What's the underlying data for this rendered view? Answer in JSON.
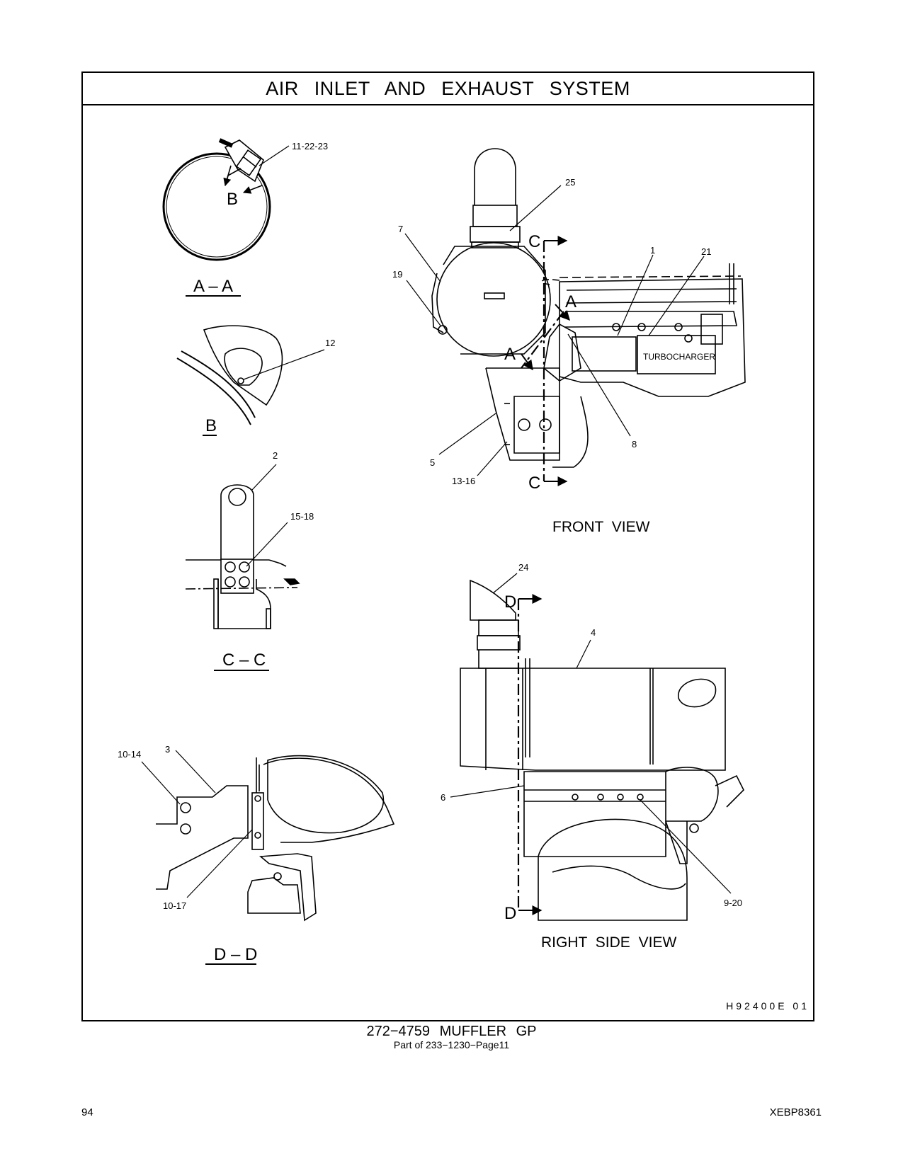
{
  "header": {
    "title": "AIR INLET AND EXHAUST SYSTEM"
  },
  "illustration_id": "H92400E 01",
  "caption": {
    "main": "272−4759 MUFFLER GP",
    "sub": "Part of 233−1230−Page11"
  },
  "footer": {
    "page_number": "94",
    "document_id": "XEBP8361"
  },
  "sections": {
    "aa": "A – A",
    "b": "B",
    "cc": "C – C",
    "dd": "D – D"
  },
  "views": {
    "front": "FRONT VIEW",
    "right": "RIGHT SIDE VIEW"
  },
  "markers": {
    "b_detail": "B",
    "a_top": "A",
    "a_bottom": "A",
    "c_top": "C",
    "c_bottom": "C",
    "d_top": "D",
    "d_bottom": "D"
  },
  "component_label": "TURBOCHARGER",
  "callouts": {
    "c11_22_23": "11-22-23",
    "c12": "12",
    "c2": "2",
    "c15_18": "15-18",
    "c3": "3",
    "c10_14": "10-14",
    "c10_17": "10-17",
    "c25": "25",
    "c7": "7",
    "c19": "19",
    "c1": "1",
    "c21": "21",
    "c8": "8",
    "c5": "5",
    "c13_16": "13-16",
    "c24": "24",
    "c4": "4",
    "c6": "6",
    "c9_20": "9-20"
  }
}
